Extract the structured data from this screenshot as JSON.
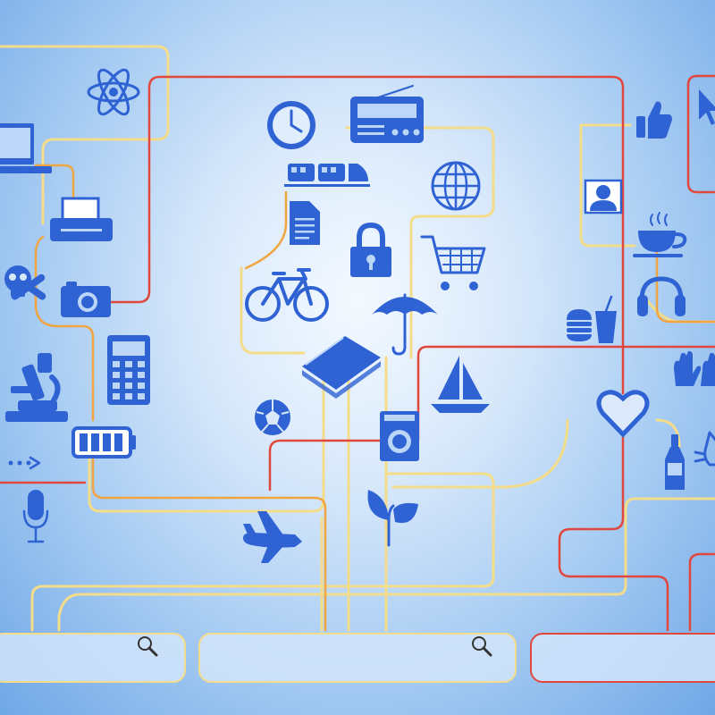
{
  "scene": {
    "colors": {
      "background_center": "#f4f9ff",
      "background_edge": "#6fa7e6",
      "yellow_line": "#f3dc8a",
      "orange_line": "#f0a540",
      "red_line": "#e0473d",
      "icon": "#2f62d3"
    },
    "icons": [
      "atom-icon",
      "computer-icon",
      "printer-icon",
      "skull-crossbones-icon",
      "camera-icon",
      "calculator-icon",
      "microscope-icon",
      "battery-icon",
      "arrow-icon",
      "microphone-icon",
      "clock-icon",
      "radio-icon",
      "train-icon",
      "globe-icon",
      "document-icon",
      "padlock-icon",
      "shopping-cart-icon",
      "bicycle-icon",
      "umbrella-icon",
      "book-icon",
      "sailboat-icon",
      "soccer-ball-icon",
      "washing-machine-icon",
      "airplane-icon",
      "plant-icon",
      "thumbs-up-icon",
      "cursor-icon",
      "user-icon",
      "coffee-cup-icon",
      "headphones-icon",
      "burger-drink-icon",
      "hands-icon",
      "heart-icon",
      "bottle-icon",
      "cat-icon",
      "search-icon"
    ],
    "search_boxes": [
      {
        "name": "left",
        "border": "yellow"
      },
      {
        "name": "center",
        "border": "yellow"
      },
      {
        "name": "right",
        "border": "red"
      }
    ]
  }
}
